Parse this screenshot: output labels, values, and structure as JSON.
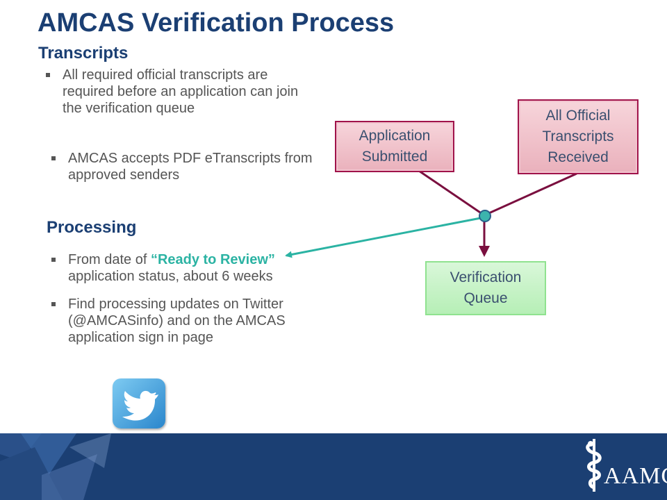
{
  "slide": {
    "title": "AMCAS Verification Process",
    "subtitle": "Transcripts"
  },
  "transcripts_bullets": [
    "All required official transcripts are required before an application can join the verification queue",
    "AMCAS accepts PDF eTranscripts from approved senders"
  ],
  "processing": {
    "heading": "Processing",
    "bullet1": {
      "pre": "From date of ",
      "highlight": "“Ready to Review”",
      "post": " application status, about 6 weeks"
    },
    "bullet2": "Find processing updates on Twitter (@AMCASinfo) and on the AMCAS application sign in page"
  },
  "diagram": {
    "box_application": "Application Submitted",
    "box_transcripts": "All Official Transcripts Received",
    "box_queue": "Verification Queue"
  },
  "footer": {
    "logo_text": "AAMC"
  },
  "colors": {
    "title": "#1b3f73",
    "footer_bg": "#1b3f73",
    "highlight": "#2bb3a3",
    "connector": "#7a0f3f",
    "arrow_teal": "#2bb3a3"
  },
  "icons": {
    "twitter": "twitter-bird-icon",
    "logo": "caduceus-icon"
  }
}
